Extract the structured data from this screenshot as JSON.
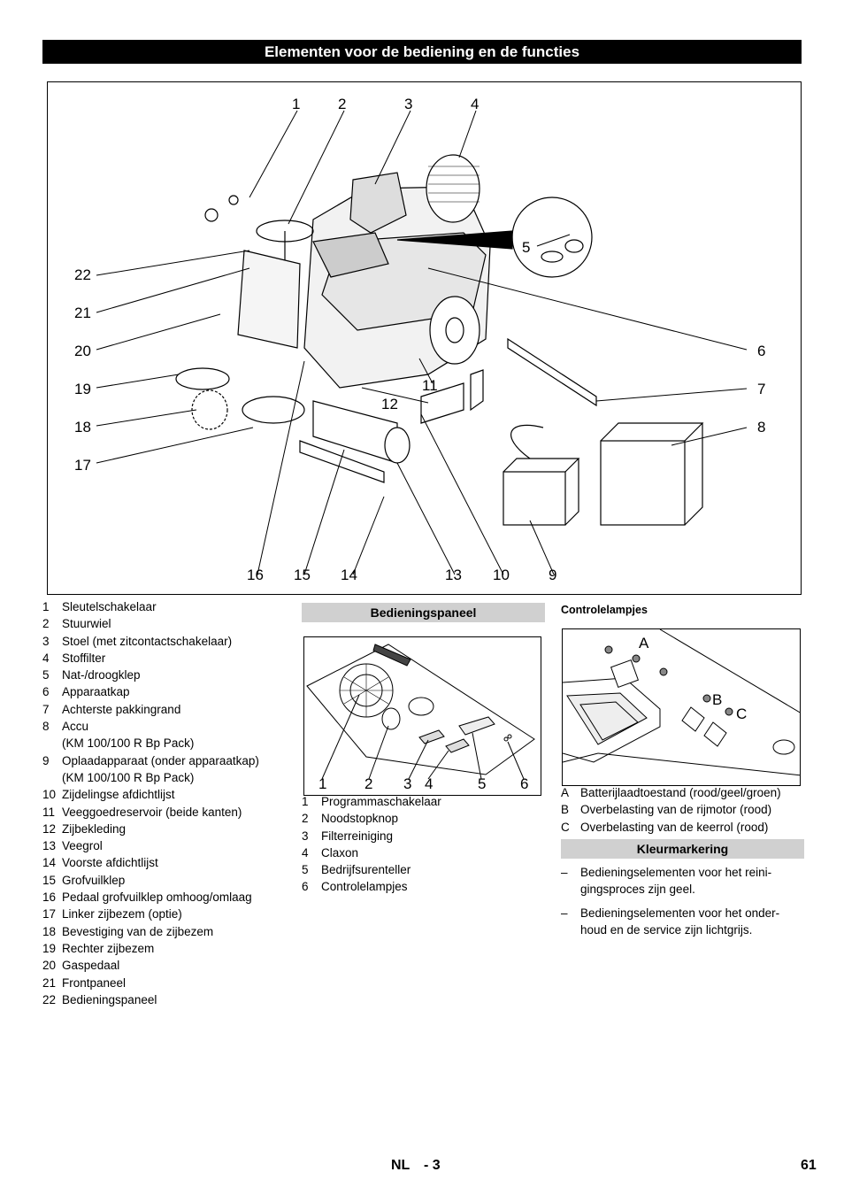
{
  "title": "Elementen voor de bediening en de functies",
  "main_figure": {
    "callouts": [
      "1",
      "2",
      "3",
      "4",
      "5",
      "6",
      "7",
      "8",
      "9",
      "10",
      "11",
      "12",
      "13",
      "14",
      "15",
      "16",
      "17",
      "18",
      "19",
      "20",
      "21",
      "22"
    ]
  },
  "components_list": [
    {
      "num": "1",
      "text": "Sleutelschakelaar"
    },
    {
      "num": "2",
      "text": "Stuurwiel"
    },
    {
      "num": "3",
      "text": "Stoel (met zitcontactschakelaar)"
    },
    {
      "num": "4",
      "text": "Stoffilter"
    },
    {
      "num": "5",
      "text": "Nat-/droogklep"
    },
    {
      "num": "6",
      "text": "Apparaatkap"
    },
    {
      "num": "7",
      "text": "Achterste pakkingrand"
    },
    {
      "num": "8",
      "text": "Accu",
      "text2": "(KM 100/100 R Bp Pack)"
    },
    {
      "num": "9",
      "text": "Oplaadapparaat (onder apparaatkap)",
      "text2": "(KM 100/100 R Bp Pack)"
    },
    {
      "num": "10",
      "text": "Zijdelingse afdichtlijst"
    },
    {
      "num": "11",
      "text": "Veeggoedreservoir (beide kanten)"
    },
    {
      "num": "12",
      "text": "Zijbekleding"
    },
    {
      "num": "13",
      "text": "Veegrol"
    },
    {
      "num": "14",
      "text": "Voorste afdichtlijst"
    },
    {
      "num": "15",
      "text": "Grofvuilklep"
    },
    {
      "num": "16",
      "text": "Pedaal grofvuilklep omhoog/omlaag"
    },
    {
      "num": "17",
      "text": "Linker zijbezem (optie)"
    },
    {
      "num": "18",
      "text": "Bevestiging van de zijbezem"
    },
    {
      "num": "19",
      "text": "Rechter zijbezem"
    },
    {
      "num": "20",
      "text": "Gaspedaal"
    },
    {
      "num": "21",
      "text": "Frontpaneel"
    },
    {
      "num": "22",
      "text": "Bedieningspaneel"
    }
  ],
  "panel_section": {
    "heading": "Bedieningspaneel",
    "callouts": [
      "1",
      "2",
      "3",
      "4",
      "5",
      "6"
    ],
    "items": [
      {
        "num": "1",
        "text": "Programmaschakelaar"
      },
      {
        "num": "2",
        "text": "Noodstopknop"
      },
      {
        "num": "3",
        "text": "Filterreiniging"
      },
      {
        "num": "4",
        "text": "Claxon"
      },
      {
        "num": "5",
        "text": "Bedrijfsurenteller"
      },
      {
        "num": "6",
        "text": "Controlelampjes"
      }
    ]
  },
  "lamps_section": {
    "heading": "Controlelampjes",
    "callouts": [
      "A",
      "B",
      "C"
    ],
    "items": [
      {
        "num": "A",
        "text": "Batterijlaadtoestand (rood/geel/groen)"
      },
      {
        "num": "B",
        "text": "Overbelasting van de rijmotor (rood)"
      },
      {
        "num": "C",
        "text": "Overbelasting van de keerrol (rood)"
      }
    ]
  },
  "color_section": {
    "heading": "Kleurmarkering",
    "items": [
      {
        "dash": "–",
        "line1": "Bedieningselementen voor het reini-",
        "line2": "gingsproces zijn geel."
      },
      {
        "dash": "–",
        "line1": "Bedieningselementen voor het onder-",
        "line2": "houd en de service zijn lichtgrijs."
      }
    ]
  },
  "footer": {
    "lang": "NL",
    "sep": "- 3",
    "page": "61"
  }
}
